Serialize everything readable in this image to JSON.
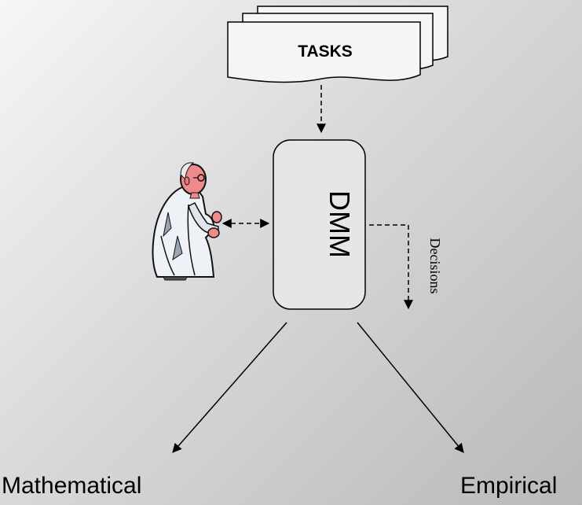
{
  "diagram": {
    "tasks_label": "TASKS",
    "dmm_label": "DMM",
    "decisions_label": "Decisions",
    "left_output_label": "Mathematical",
    "right_output_label": "Empirical"
  },
  "icons": {
    "user": "scientist-clipart-icon"
  },
  "colors": {
    "box_fill": "#e6e6e6",
    "line": "#000000"
  }
}
